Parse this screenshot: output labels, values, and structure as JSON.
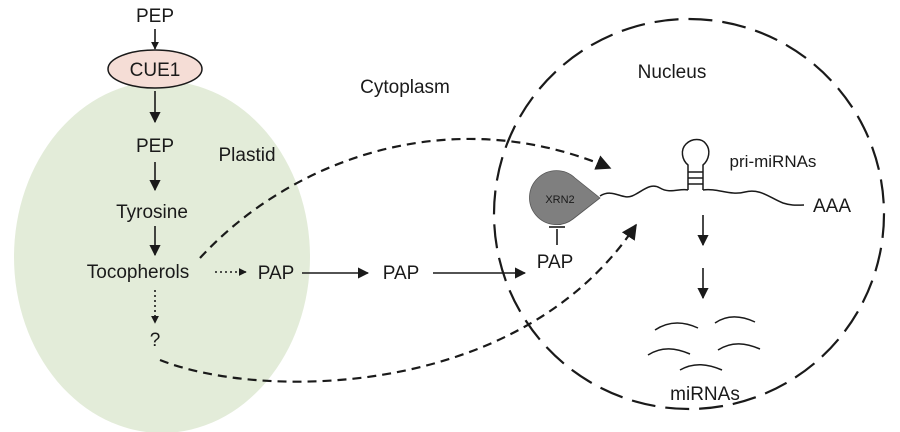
{
  "nodes": {
    "pep_top": "PEP",
    "cue1": "CUE1",
    "pep_plastid": "PEP",
    "tyrosine": "Tyrosine",
    "tocopherols": "Tocopherols",
    "unknown": "?",
    "plastid_label": "Plastid",
    "cytoplasm_label": "Cytoplasm",
    "nucleus_label": "Nucleus",
    "pap_plastid": "PAP",
    "pap_cytoplasm": "PAP",
    "pap_nucleus": "PAP",
    "xrn2": "XRN2",
    "pri_mirnas": "pri-miRNAs",
    "aaa": "AAA",
    "mirnas": "miRNAs"
  },
  "colors": {
    "plastid_fill": "#e3ecd9",
    "cue1_fill": "#f5ddd6",
    "xrn2_fill": "#7f7f7f",
    "line": "#1a1a1a"
  }
}
